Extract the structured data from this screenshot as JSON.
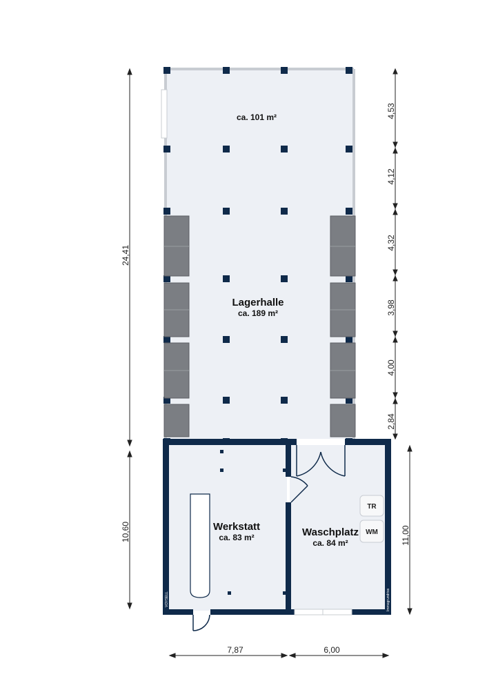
{
  "rooms": {
    "upper_area": "ca. 101 m²",
    "lagerhalle_name": "Lagerhalle",
    "lagerhalle_area": "ca. 189 m²",
    "werkstatt_name": "Werkstatt",
    "werkstatt_area": "ca. 83 m²",
    "waschplatz_name": "Waschplatz",
    "waschplatz_area": "ca. 84 m²"
  },
  "dimensions": {
    "left_upper": "24,41",
    "left_lower": "10,60",
    "right_segments": [
      "4,53",
      "4,12",
      "4,32",
      "3,98",
      "4,00",
      "2,84"
    ],
    "right_lower": "11,00",
    "bottom_left": "7,87",
    "bottom_right": "6,00"
  },
  "appliances": {
    "dryer": "TR",
    "washer": "WM"
  },
  "branding": {
    "watermark": "Immogrundriss",
    "logo_text": "VOYSELL"
  },
  "colors": {
    "wall": "#0f2a4a",
    "floor": "#edf0f5",
    "window_frame": "#c8ccd2",
    "gate": "#7b7e83"
  }
}
